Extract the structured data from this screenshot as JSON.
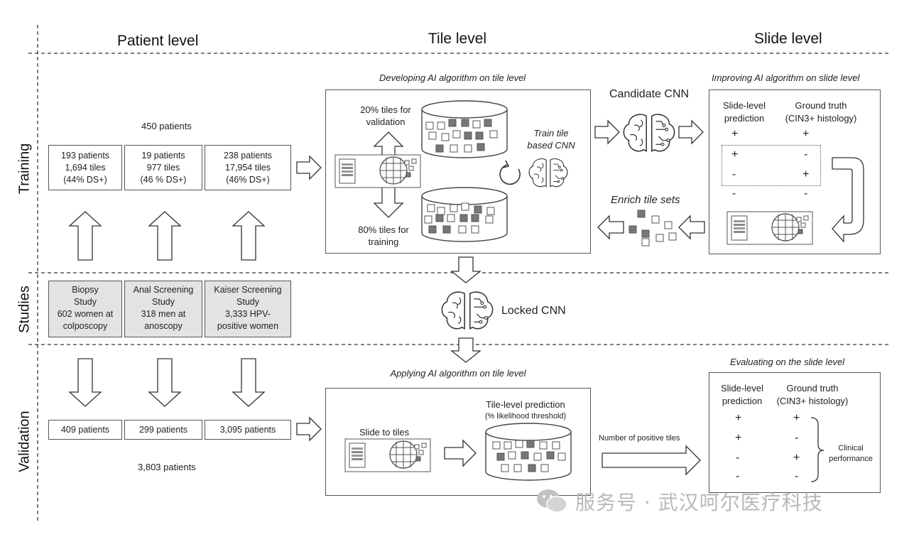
{
  "columns": {
    "patient": "Patient level",
    "tile": "Tile level",
    "slide": "Slide level"
  },
  "rows": {
    "training": "Training",
    "studies": "Studies",
    "validation": "Validation"
  },
  "training": {
    "total": "450 patients",
    "groups": [
      {
        "line1": "193 patients",
        "line2": "1,694 tiles",
        "line3": "(44% DS+)"
      },
      {
        "line1": "19 patients",
        "line2": "977 tiles",
        "line3": "(46 % DS+)"
      },
      {
        "line1": "238 patients",
        "line2": "17,954 tiles",
        "line3": "(46% DS+)"
      }
    ],
    "tile_panel": {
      "caption": "Developing AI algorithm on tile level",
      "validation_label_1": "20% tiles for",
      "validation_label_2": "validation",
      "training_label_1": "80% tiles for",
      "training_label_2": "training",
      "train_label_1": "Train tile",
      "train_label_2": "based CNN"
    },
    "candidate_cnn": "Candidate CNN",
    "enrich": "Enrich tile sets",
    "slide_panel": {
      "caption": "Improving AI algorithm on slide level",
      "col1_1": "Slide-level",
      "col1_2": "prediction",
      "col2_1": "Ground truth",
      "col2_2": "(CIN3+ histology)",
      "rows": [
        [
          "+",
          "+"
        ],
        [
          "+",
          "-"
        ],
        [
          "-",
          "+"
        ],
        [
          "-",
          "-"
        ]
      ]
    }
  },
  "studies": [
    {
      "name_1": "Biopsy",
      "name_2": "Study",
      "desc_1": "602 women at",
      "desc_2": "colposcopy"
    },
    {
      "name_1": "Anal Screening",
      "name_2": "Study",
      "desc_1": "318 men at",
      "desc_2": "anoscopy"
    },
    {
      "name_1": "Kaiser Screening",
      "name_2": "Study",
      "desc_1": "3,333 HPV-",
      "desc_2": "positive women"
    }
  ],
  "locked_cnn": "Locked CNN",
  "validation": {
    "groups": [
      "409 patients",
      "299 patients",
      "3,095 patients"
    ],
    "total": "3,803 patients",
    "tile_panel": {
      "caption": "Applying AI algorithm on tile level",
      "slide_to_tiles": "Slide to tiles",
      "pred_1": "Tile-level prediction",
      "pred_2": "(% likelihood threshold)"
    },
    "arrow_label": "Number of positive tiles",
    "slide_panel": {
      "caption": "Evaluating on the slide level",
      "col1_1": "Slide-level",
      "col1_2": "prediction",
      "col2_1": "Ground truth",
      "col2_2": "(CIN3+ histology)",
      "rows": [
        [
          "+",
          "+"
        ],
        [
          "+",
          "-"
        ],
        [
          "-",
          "+"
        ],
        [
          "-",
          "-"
        ]
      ],
      "clinical_1": "Clinical",
      "clinical_2": "performance"
    }
  },
  "watermark": "服务号 · 武汉呵尔医疗科技",
  "icons": [
    "brain-icon",
    "refresh-icon",
    "slide-thumbnail-icon",
    "tile-database-icon",
    "wechat-icon"
  ]
}
